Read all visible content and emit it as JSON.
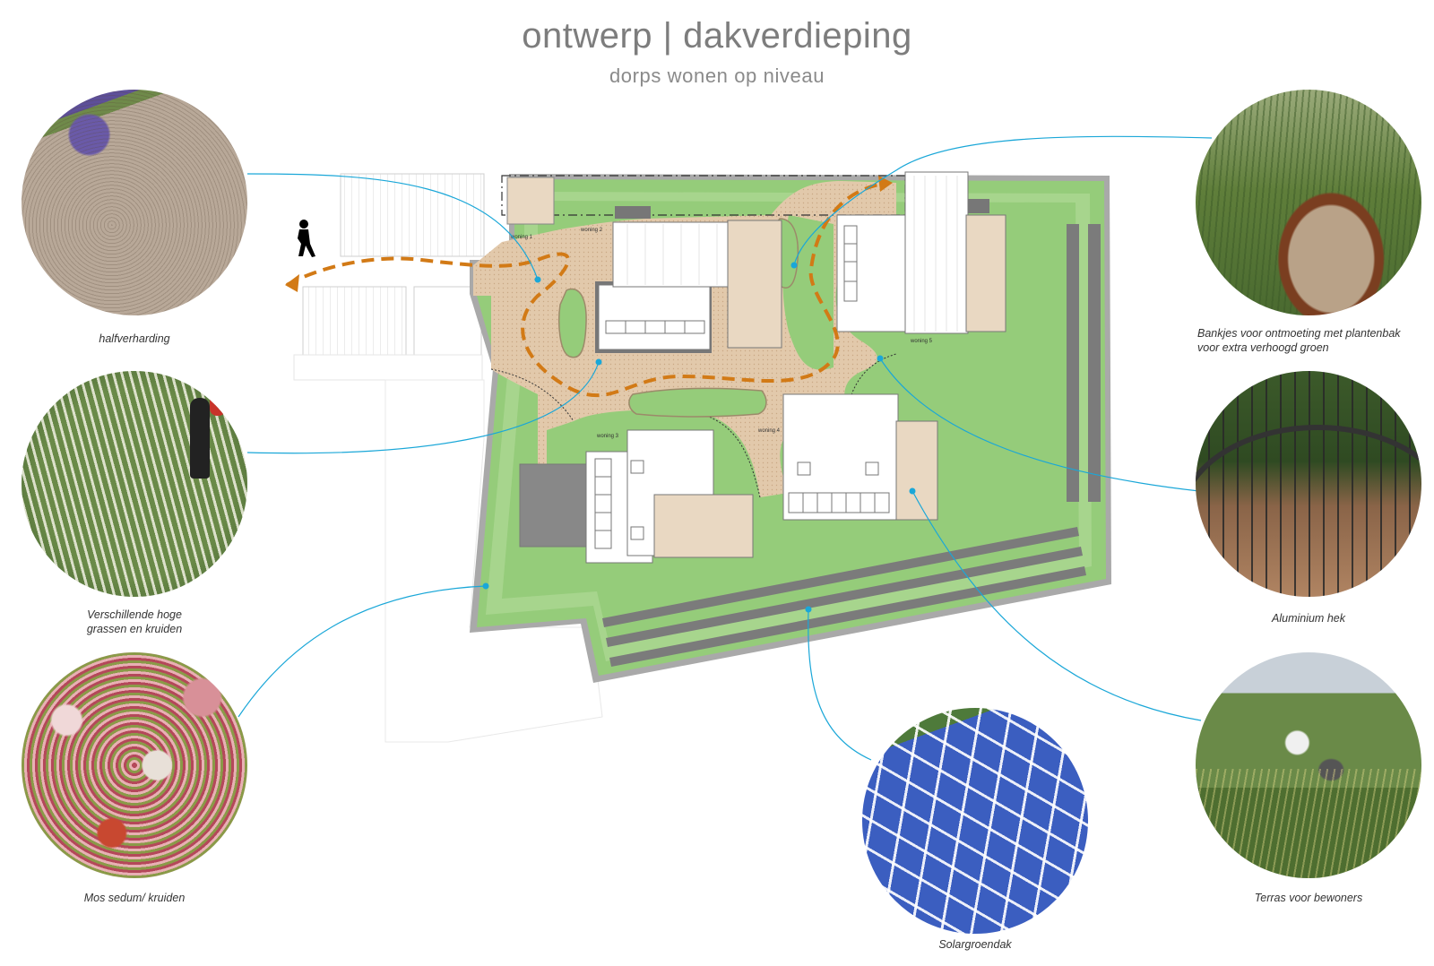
{
  "header": {
    "title": "ontwerp | dakverdieping",
    "subtitle": "dorps wonen op niveau"
  },
  "plan": {
    "labels": {
      "woning1": "woning 1",
      "woning2": "woning 2",
      "woning3": "woning 3",
      "woning4": "woning 4",
      "woning5": "woning 5"
    }
  },
  "callouts": {
    "halfverharding": "halfverharding",
    "grassen_line1": "Verschillende hoge",
    "grassen_line2": "grassen en kruiden",
    "sedum": "Mos sedum/ kruiden",
    "solar": "Solargroendak",
    "bankjes_line1": "Bankjes voor ontmoeting met plantenbak",
    "bankjes_line2": "voor extra verhoogd groen",
    "hek": "Aluminium hek",
    "terras": "Terras voor bewoners"
  },
  "colors": {
    "grass": "#95cc7a",
    "grass_light": "#b4dc9a",
    "path": "#e0c6a8",
    "route": "#d27a16",
    "leader": "#1aa7d8",
    "panel": "#7b7b7b",
    "roof_edge": "#a9a9a9"
  }
}
